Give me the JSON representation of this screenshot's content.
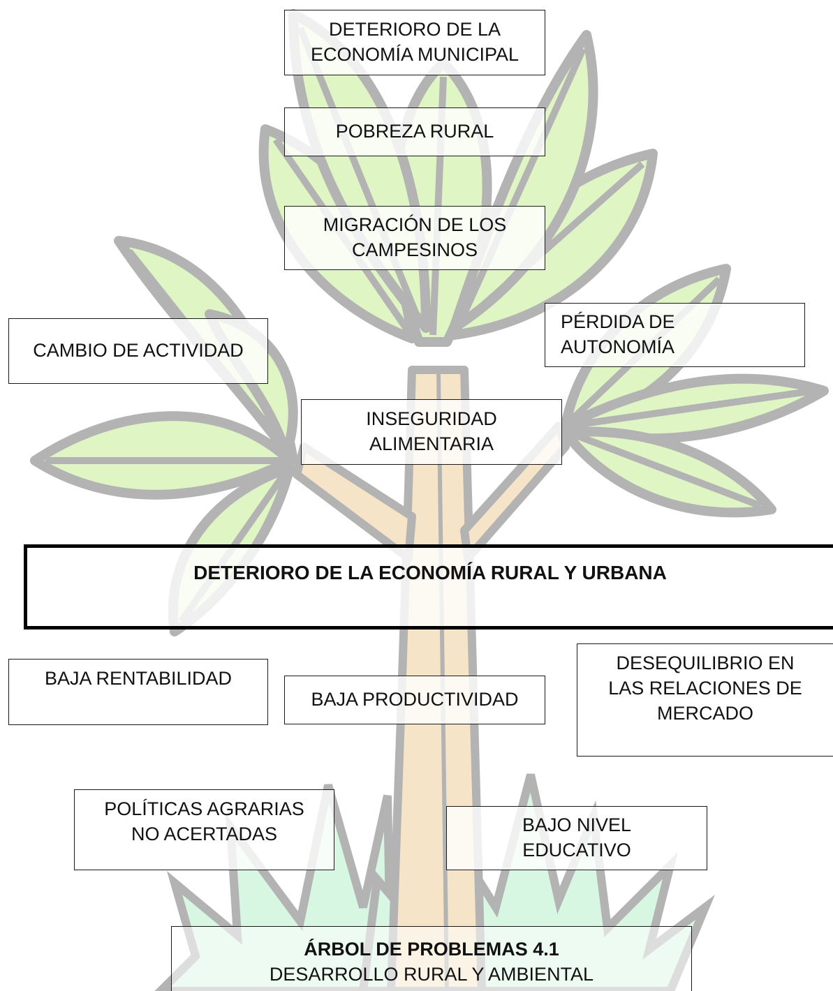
{
  "diagram": {
    "type": "problem-tree",
    "colors": {
      "leaf_fill": "#dff6c4",
      "leaf_outline": "#b3b3b3",
      "trunk_fill": "#f5e4c7",
      "grass_fill": "#d8f7e2",
      "text": "#111111"
    },
    "effects": [
      {
        "id": "deterioro-economia-municipal",
        "text": "DETERIORO DE LA\nECONOMÍA MUNICIPAL"
      },
      {
        "id": "pobreza-rural",
        "text": "POBREZA RURAL"
      },
      {
        "id": "migracion-campesinos",
        "text": "MIGRACIÓN DE LOS\nCAMPESINOS"
      },
      {
        "id": "cambio-actividad",
        "text": "CAMBIO DE ACTIVIDAD"
      },
      {
        "id": "perdida-autonomia",
        "text": "PÉRDIDA DE\nAUTONOMÍA"
      },
      {
        "id": "inseguridad-alimentaria",
        "text": "INSEGURIDAD\nALIMENTARIA"
      }
    ],
    "core_problem": "DETERIORO DE LA ECONOMÍA RURAL Y URBANA",
    "causes": [
      {
        "id": "baja-rentabilidad",
        "text": "BAJA RENTABILIDAD"
      },
      {
        "id": "baja-productividad",
        "text": "BAJA PRODUCTIVIDAD"
      },
      {
        "id": "desequilibrio-mercado",
        "text": "DESEQUILIBRIO EN\nLAS RELACIONES DE\nMERCADO"
      },
      {
        "id": "politicas-agrarias",
        "text": "POLÍTICAS AGRARIAS\nNO ACERTADAS"
      },
      {
        "id": "bajo-nivel-educativo",
        "text": "BAJO NIVEL\nEDUCATIVO"
      }
    ],
    "title": "ÁRBOL DE PROBLEMAS 4.1",
    "subtitle": "DESARROLLO RURAL Y AMBIENTAL"
  }
}
